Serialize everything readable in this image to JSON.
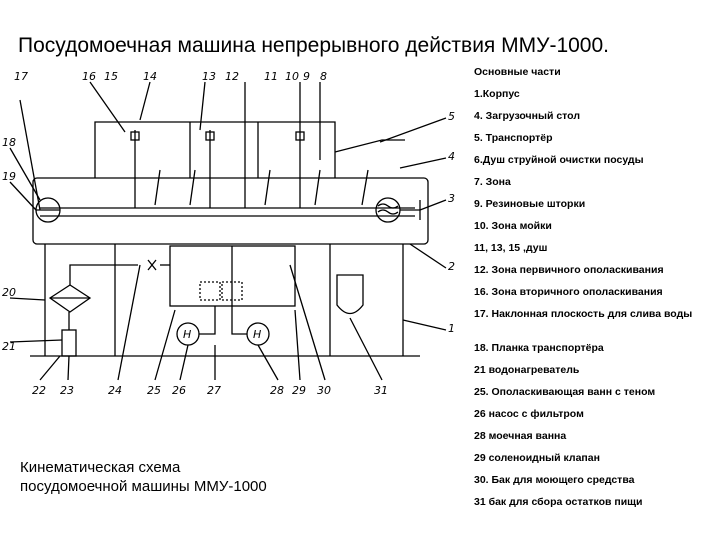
{
  "title": "Посудомоечная машина непрерывного действия ММУ-1000.",
  "legend": {
    "heading": "Основные части",
    "items": [
      "1.Корпус",
      "4. Загрузочный стол",
      "5. Транспортёр",
      "6.Душ струйной очистки посуды",
      "7. Зона",
      "9. Резиновые шторки",
      "10. Зона мойки",
      "11, 13, 15 ,душ",
      "12. Зона первичного ополаскивания",
      "16. Зона вторичного ополаскивания",
      "17. Наклонная плоскость для слива воды",
      "18. Планка транспортёра",
      "21 водонагреватель",
      "25. Ополаскивающая ванн с теном",
      "26 насос с фильтром",
      "28 моечная ванна",
      "29 соленоидный клапан",
      "30. Бак для моющего средства",
      "31 бак для сбора остатков пищи"
    ]
  },
  "caption": {
    "line1": "Кинематическая схема",
    "line2": "посудомоечной машины ММУ-1000"
  },
  "diagram": {
    "top_labels": [
      "17",
      "16",
      "15",
      "14",
      "13",
      "12",
      "11",
      "10",
      "9",
      "8"
    ],
    "right_labels": [
      "5",
      "4",
      "3",
      "2",
      "1"
    ],
    "left_labels": [
      "18",
      "19",
      "20",
      "21"
    ],
    "bottom_labels": [
      "22",
      "23",
      "24",
      "25",
      "26",
      "27",
      "28",
      "29",
      "30",
      "31"
    ],
    "pump_symbol": "Н"
  }
}
